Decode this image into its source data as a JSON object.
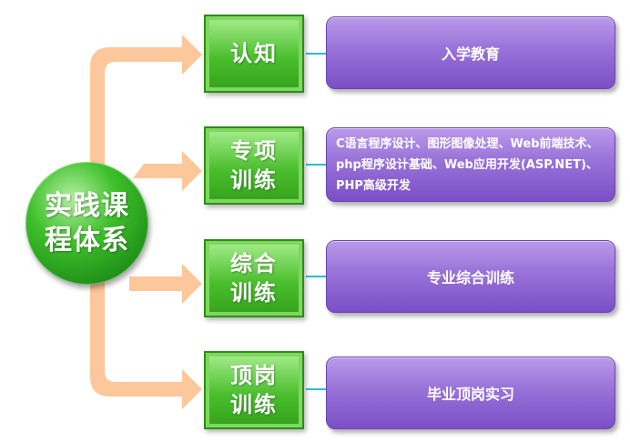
{
  "root": {
    "label": "实践课程体系"
  },
  "stages": [
    {
      "label": "认知",
      "detail": "入学教育"
    },
    {
      "label": "专项训练",
      "detail": "C语言程序设计、图形图像处理、Web前端技术、php程序设计基础、Web应用开发(ASP.NET)、PHP高级开发"
    },
    {
      "label": "综合训练",
      "detail": "专业综合训练"
    },
    {
      "label": "顶岗训练",
      "detail": "毕业顶岗实习"
    }
  ],
  "colors": {
    "arrow": "#fcc79a",
    "connector": "#2fb8e6",
    "stage_fill": "#4bbf2e",
    "detail_fill": "#9872d8"
  }
}
